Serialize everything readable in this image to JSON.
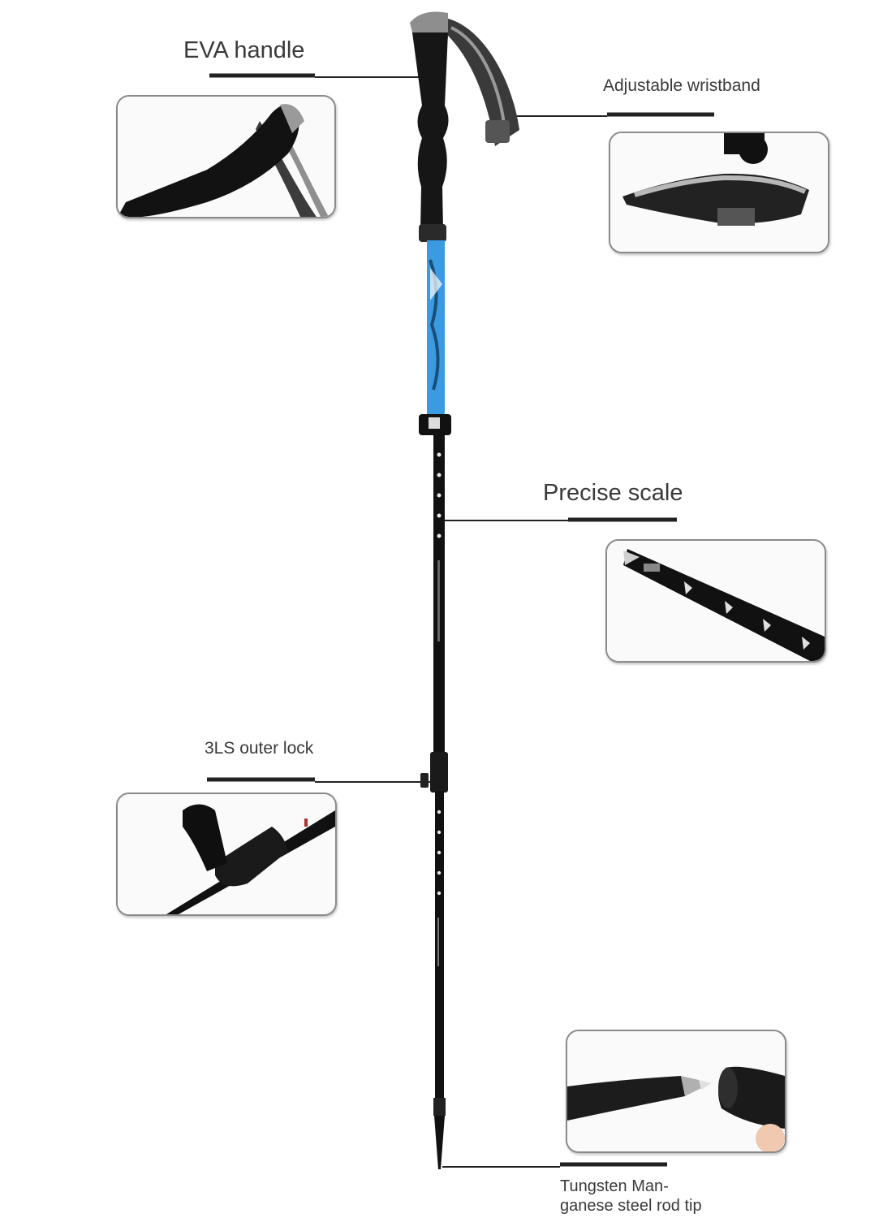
{
  "callouts": {
    "eva_handle": "EVA handle",
    "wristband": "Adjustable wristband",
    "scale": "Precise scale",
    "outer_lock": "3LS outer lock",
    "tip_line1": "Tungsten Man-",
    "tip_line2": "ganese steel rod tip"
  },
  "colors": {
    "pole_blue": "#3a9be0",
    "pole_black": "#111111",
    "line": "#222222",
    "frame": "#8a8a8a"
  },
  "icons": [
    "trekking-pole-figure",
    "eva-handle-detail",
    "wristband-detail",
    "scale-detail",
    "outer-lock-detail",
    "rod-tip-detail"
  ]
}
